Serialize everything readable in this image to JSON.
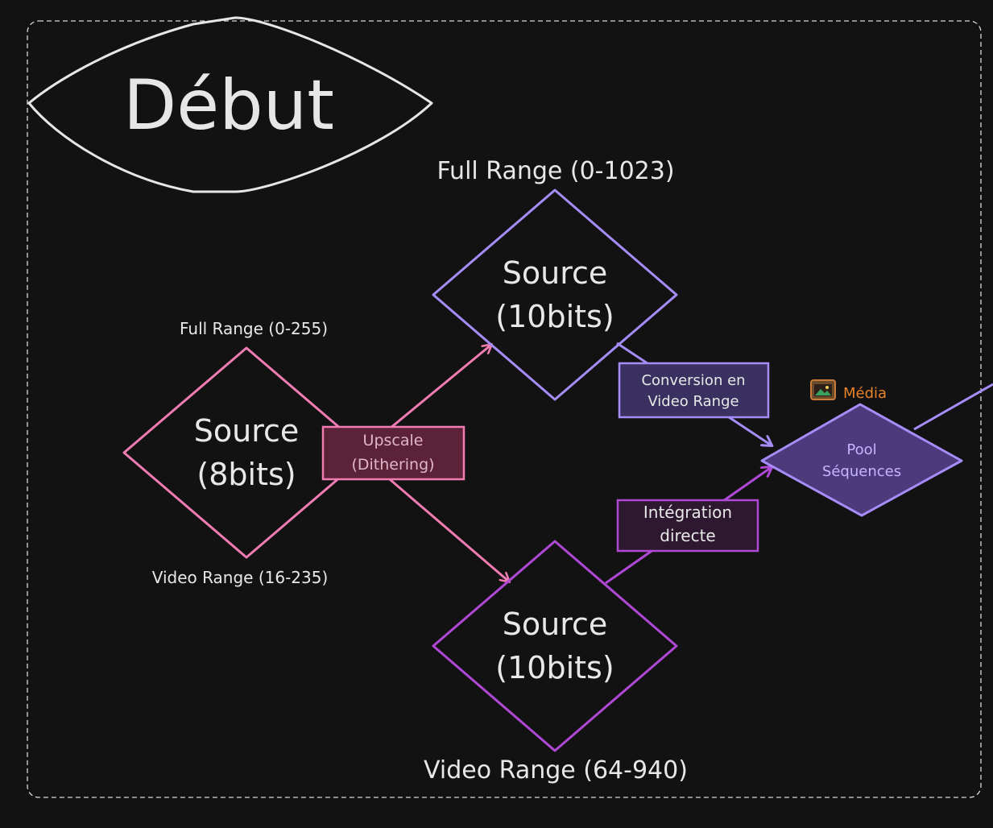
{
  "colors": {
    "background": "#121212",
    "frame": "#d9d9d9",
    "start": "#e6e6e6",
    "pink": "#f07cb2",
    "lavender": "#a58cf6",
    "violet": "#b048d6",
    "pool_fill": "#4c3a7c",
    "pool_text": "#c4b5ff",
    "conv_fill": "#3a3160",
    "upscale_fill": "#5c2237",
    "integ_fill": "#2d1830",
    "media_label": "#e8832a",
    "label_white": "#e8e8e8"
  },
  "start": {
    "label": "Début"
  },
  "labels": {
    "full_range_8": "Full Range (0-255)",
    "video_range_8": "Video Range (16-235)",
    "full_range_10": "Full Range (0-1023)",
    "video_range_10": "Video Range (64-940)"
  },
  "nodes": {
    "source_8bit": {
      "line1": "Source",
      "line2": "(8bits)"
    },
    "source_10bit_full": {
      "line1": "Source",
      "line2": "(10bits)"
    },
    "source_10bit_video": {
      "line1": "Source",
      "line2": "(10bits)"
    },
    "pool": {
      "line1": "Pool",
      "line2": "Séquences"
    }
  },
  "edge_labels": {
    "upscale": {
      "line1": "Upscale",
      "line2": "(Dithering)"
    },
    "conversion": {
      "line1": "Conversion en",
      "line2": "Video Range"
    },
    "integration": {
      "line1": "Intégration",
      "line2": "directe"
    }
  },
  "media": {
    "label": "Média",
    "icon": "image-icon"
  }
}
